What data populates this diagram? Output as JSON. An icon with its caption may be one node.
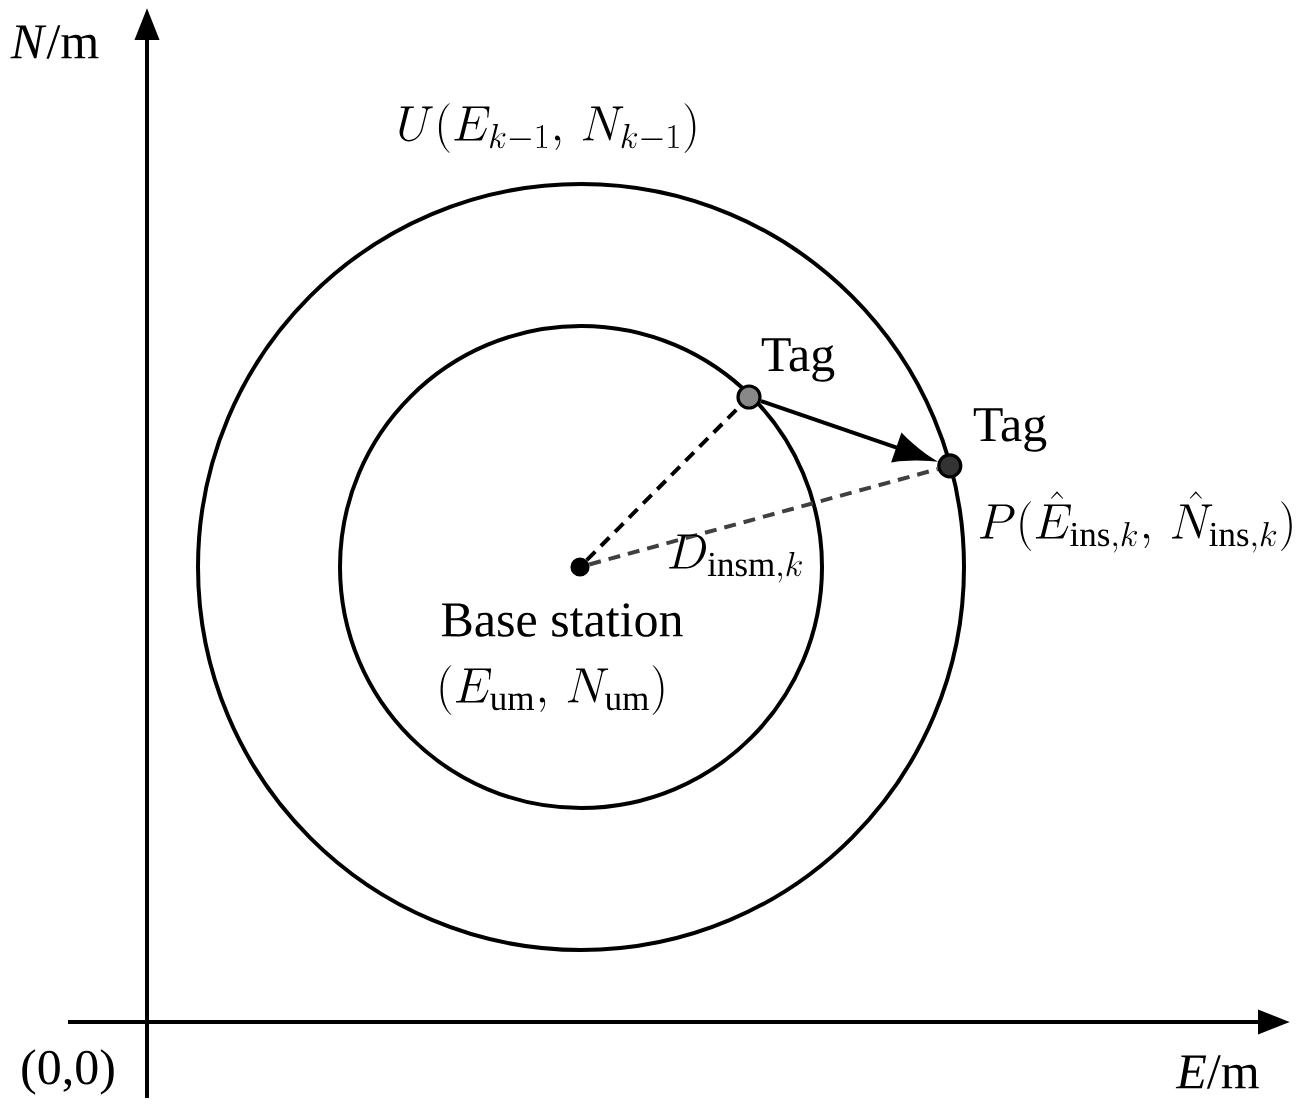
{
  "diagram": {
    "nodes": [
      {
        "text": [
          "U(E_{k-1},\\, N_{k-1})"
        ]
      },
      {
        "text": [],
        "shape": "circle",
        "in": 0
      },
      {
        "text": [
          "Base station",
          "(E_{\\mathrm{um}},\\, N_{\\mathrm{um}})"
        ],
        "in": 1
      },
      {
        "text": [
          "Tag"
        ],
        "in": 1
      },
      {
        "text": [
          "Tag",
          "P(\\hat{E}_{\\mathrm{ins},k},\\, \\hat{N}_{\\mathrm{ins},k})"
        ],
        "in": 0
      }
    ],
    "edges": [
      {
        "from": 3,
        "to": 4,
        "arrow": "to"
      },
      {
        "from": 2,
        "to": 3,
        "arrow": "none",
        "style": "dashed"
      },
      {
        "from": 2,
        "to": 4,
        "arrow": "none",
        "style": "dashed",
        "color": "#404040",
        "label": "D_{\\mathrm{insm},k}"
      }
    ],
    "labels": [
      "*N*/m",
      "(0,0)",
      "*E*/m"
    ]
  }
}
